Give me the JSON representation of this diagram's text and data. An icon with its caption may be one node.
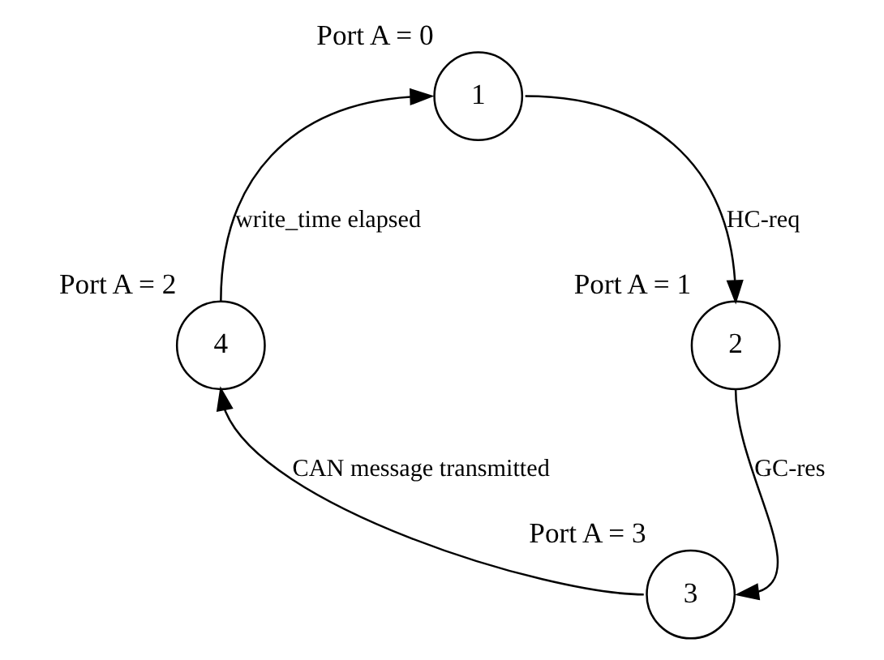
{
  "diagram": {
    "nodes": [
      {
        "text": [
          "1"
        ],
        "beside": [
          "Port A = 0"
        ]
      },
      {
        "text": [
          "2"
        ],
        "beside": [
          "Port A = 1"
        ]
      },
      {
        "text": [
          "3"
        ],
        "beside": [
          "Port A = 3"
        ]
      },
      {
        "text": [
          "4"
        ],
        "beside": [
          "Port A = 2"
        ]
      }
    ],
    "edges": [
      {
        "from": 0,
        "to": 1,
        "arrow": "to",
        "label": "HC-req"
      },
      {
        "from": 1,
        "to": 2,
        "arrow": "to",
        "label": "GC-res"
      },
      {
        "from": 2,
        "to": 3,
        "arrow": "to",
        "label": "CAN message transmitted"
      },
      {
        "from": 3,
        "to": 0,
        "arrow": "to",
        "label": "write_time elapsed"
      }
    ]
  }
}
